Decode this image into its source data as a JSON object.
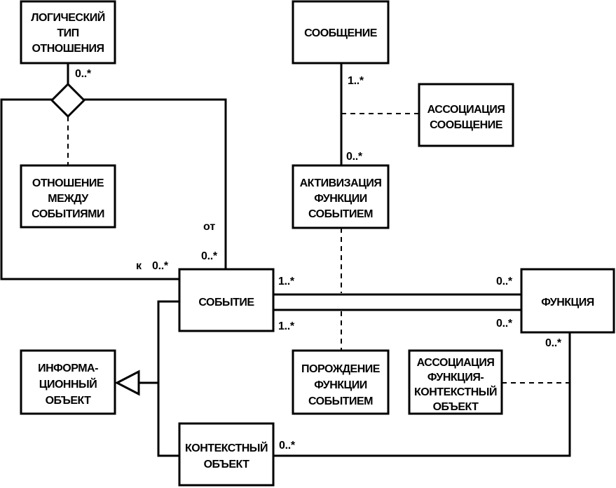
{
  "entities": {
    "logical_type": [
      "ЛОГИЧЕСКИЙ",
      "ТИП",
      "ОТНОШЕНИЯ"
    ],
    "message": [
      "СООБЩЕНИЕ"
    ],
    "message_association": [
      "АССОЦИАЦИЯ",
      "СООБЩЕНИЕ"
    ],
    "event_relation": [
      "ОТНОШЕНИЕ",
      "МЕЖДУ",
      "СОБЫТИЯМИ"
    ],
    "function_activation": [
      "АКТИВИЗАЦИЯ",
      "ФУНКЦИИ",
      "СОБЫТИЕМ"
    ],
    "event": [
      "СОБЫТИЕ"
    ],
    "function": [
      "ФУНКЦИЯ"
    ],
    "information_object": [
      "ИНФОРМА-",
      "ЦИОННЫЙ",
      "ОБЪЕКТ"
    ],
    "function_generation": [
      "ПОРОЖДЕНИЕ",
      "ФУНКЦИИ",
      "СОБЫТИЕМ"
    ],
    "function_context_association": [
      "АССОЦИАЦИЯ",
      "ФУНКЦИЯ-",
      "КОНТЕКСТНЫЙ",
      "ОБЪЕКТ"
    ],
    "context_object": [
      "КОНТЕКСТНЫЙ",
      "ОБЪЕКТ"
    ]
  },
  "multiplicities": {
    "logical_type_to_diamond": "0..*",
    "message_bottom": "1..*",
    "activation_top": "0..*",
    "event_from": "0..*",
    "event_to": "0..*",
    "event_right_top": "1..*",
    "event_right_bottom": "1..*",
    "function_left_top": "0..*",
    "function_left_bottom": "0..*",
    "function_bottom": "0..*",
    "context_object_right": "0..*"
  },
  "roles": {
    "from": "от",
    "to": "к"
  }
}
